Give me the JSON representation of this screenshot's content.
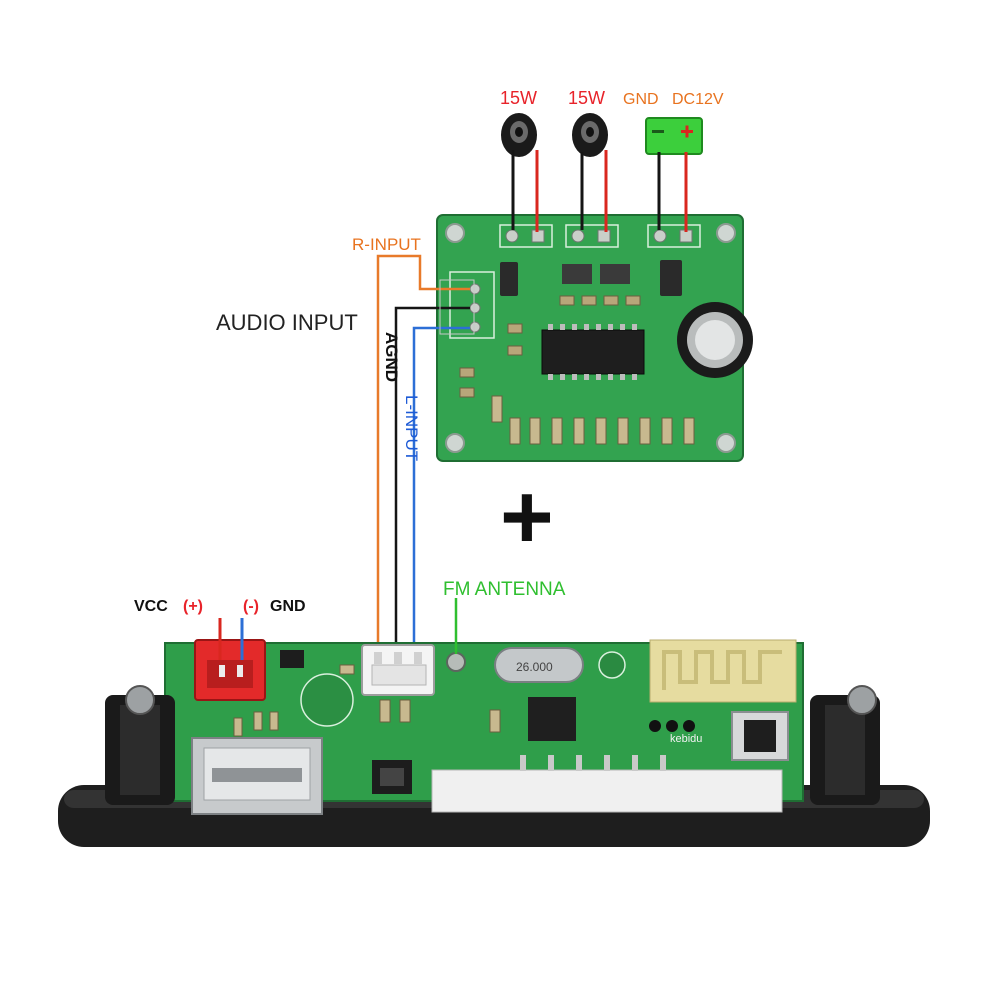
{
  "amp_board": {
    "speaker_left_label": "15W",
    "speaker_right_label": "15W",
    "power_gnd_label": "GND",
    "power_dc_label": "DC12V"
  },
  "audio_input": {
    "title": "AUDIO INPUT",
    "r_input": "R-INPUT",
    "agnd": "AGND",
    "l_input": "L-INPUT"
  },
  "plus_symbol": "+",
  "mp3_board": {
    "vcc_label": "VCC",
    "vcc_sign": "(+)",
    "gnd_sign": "(-)",
    "gnd_label": "GND",
    "fm_antenna": "FM ANTENNA",
    "crystal_text": "26.000",
    "brand_text": "kebidu"
  },
  "colors": {
    "red_label": "#e8232a",
    "orange_label": "#e8731f",
    "green_label": "#2fbf2f",
    "blue_label": "#1e5bd6",
    "pcb_green": "#2f9e4a",
    "wire_red": "#d9271f",
    "wire_black": "#151515",
    "wire_blue": "#2c6fd6",
    "wire_orange": "#e87a2a"
  }
}
